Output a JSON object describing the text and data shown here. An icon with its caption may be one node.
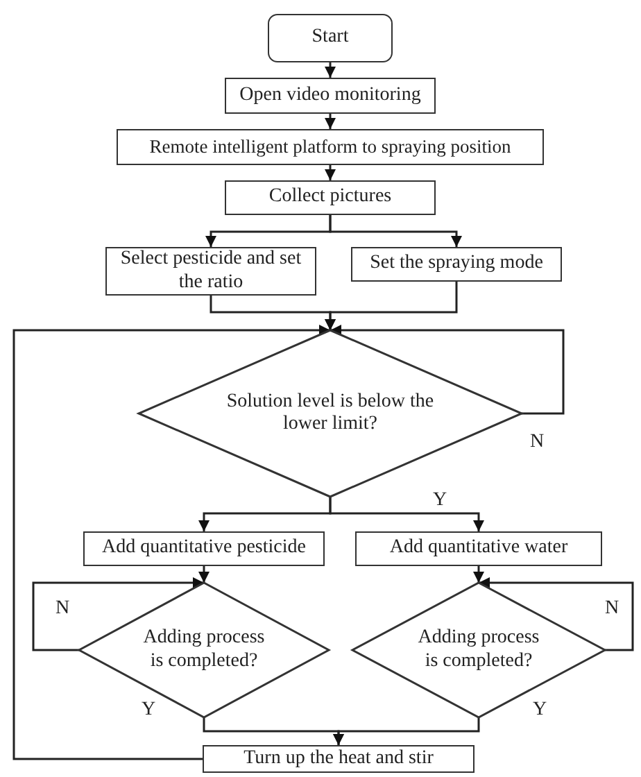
{
  "diagram": {
    "nodes": [
      {
        "text": [
          "Start"
        ]
      },
      {
        "text": [
          "Open video monitoring"
        ]
      },
      {
        "text": [
          "Remote intelligent platform to spraying position"
        ]
      },
      {
        "text": [
          "Collect pictures"
        ]
      },
      {
        "text": [
          "Select pesticide and set the ratio"
        ]
      },
      {
        "text": [
          "Set the spraying mode"
        ]
      },
      {
        "text": [
          "Solution level is below the lower limit?"
        ]
      },
      {
        "text": [
          "Add quantitative pesticide"
        ]
      },
      {
        "text": [
          "Add quantitative water"
        ]
      },
      {
        "text": [
          "Adding process is completed?"
        ]
      },
      {
        "text": [
          "Adding process is completed?"
        ]
      },
      {
        "text": [
          "Turn up the heat and stir"
        ]
      }
    ],
    "edges": [
      {
        "from": 0,
        "to": 1,
        "arrow": "to"
      },
      {
        "from": 1,
        "to": 2,
        "arrow": "to"
      },
      {
        "from": 2,
        "to": 3,
        "arrow": "to"
      },
      {
        "from": 3,
        "to": 4,
        "arrow": "to"
      },
      {
        "from": 3,
        "to": 5,
        "arrow": "to"
      },
      {
        "from": 4,
        "to": 6,
        "arrow": "to"
      },
      {
        "from": 5,
        "to": 6,
        "arrow": "to"
      },
      {
        "from": 6,
        "to": 6,
        "arrow": "to",
        "label": "N"
      },
      {
        "from": 6,
        "to": 7,
        "arrow": "to"
      },
      {
        "from": 6,
        "to": 8,
        "arrow": "to",
        "label": "Y"
      },
      {
        "from": 7,
        "to": 9,
        "arrow": "to"
      },
      {
        "from": 8,
        "to": 10,
        "arrow": "to"
      },
      {
        "from": 9,
        "to": 9,
        "arrow": "to",
        "label": "N"
      },
      {
        "from": 10,
        "to": 10,
        "arrow": "to",
        "label": "N"
      },
      {
        "from": 9,
        "to": 11,
        "arrow": "to",
        "label": "Y"
      },
      {
        "from": 10,
        "to": 11,
        "arrow": "to",
        "label": "Y"
      },
      {
        "from": 11,
        "to": 6,
        "arrow": "to"
      }
    ]
  }
}
